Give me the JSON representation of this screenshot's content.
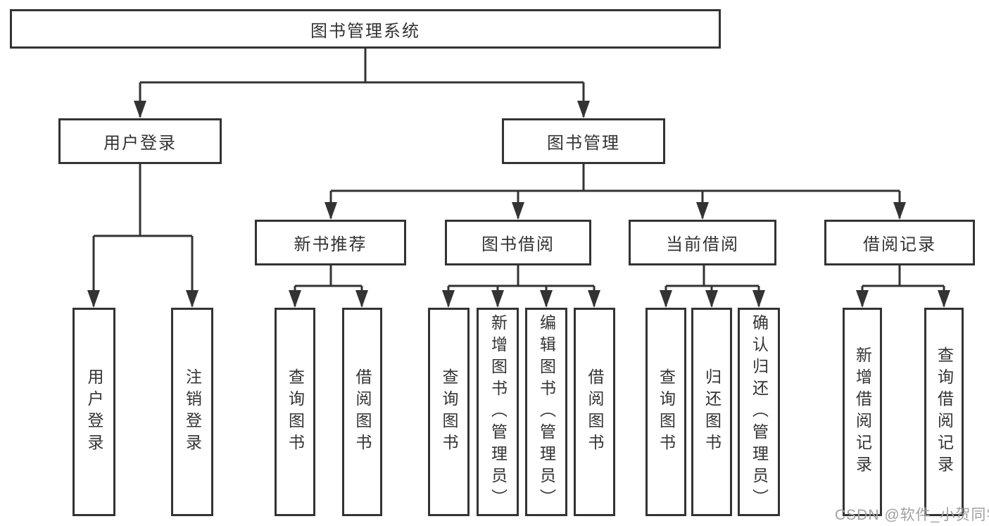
{
  "colors": {
    "line": "#333333",
    "box_border": "#333333",
    "text": "#333333",
    "background": "#ffffff",
    "watermark": "#a0a0a0"
  },
  "watermark": {
    "text": "CSDN @软件_小贺同学"
  },
  "diagram": {
    "type": "hierarchy",
    "root": {
      "label": "图书管理系统",
      "children": [
        {
          "label": "用户登录",
          "children": [
            {
              "label": "用户登录"
            },
            {
              "label": "注销登录"
            }
          ]
        },
        {
          "label": "图书管理",
          "children": [
            {
              "label": "新书推荐",
              "children": [
                {
                  "label": "查询图书"
                },
                {
                  "label": "借阅图书"
                }
              ]
            },
            {
              "label": "图书借阅",
              "children": [
                {
                  "label": "查询图书"
                },
                {
                  "label": "新增图书（管理员）"
                },
                {
                  "label": "编辑图书（管理员）"
                },
                {
                  "label": "借阅图书"
                }
              ]
            },
            {
              "label": "当前借阅",
              "children": [
                {
                  "label": "查询图书"
                },
                {
                  "label": "归还图书"
                },
                {
                  "label": "确认归还（管理员）"
                }
              ]
            },
            {
              "label": "借阅记录",
              "children": [
                {
                  "label": "新增借阅记录"
                },
                {
                  "label": "查询借阅记录"
                }
              ]
            }
          ]
        }
      ]
    }
  }
}
